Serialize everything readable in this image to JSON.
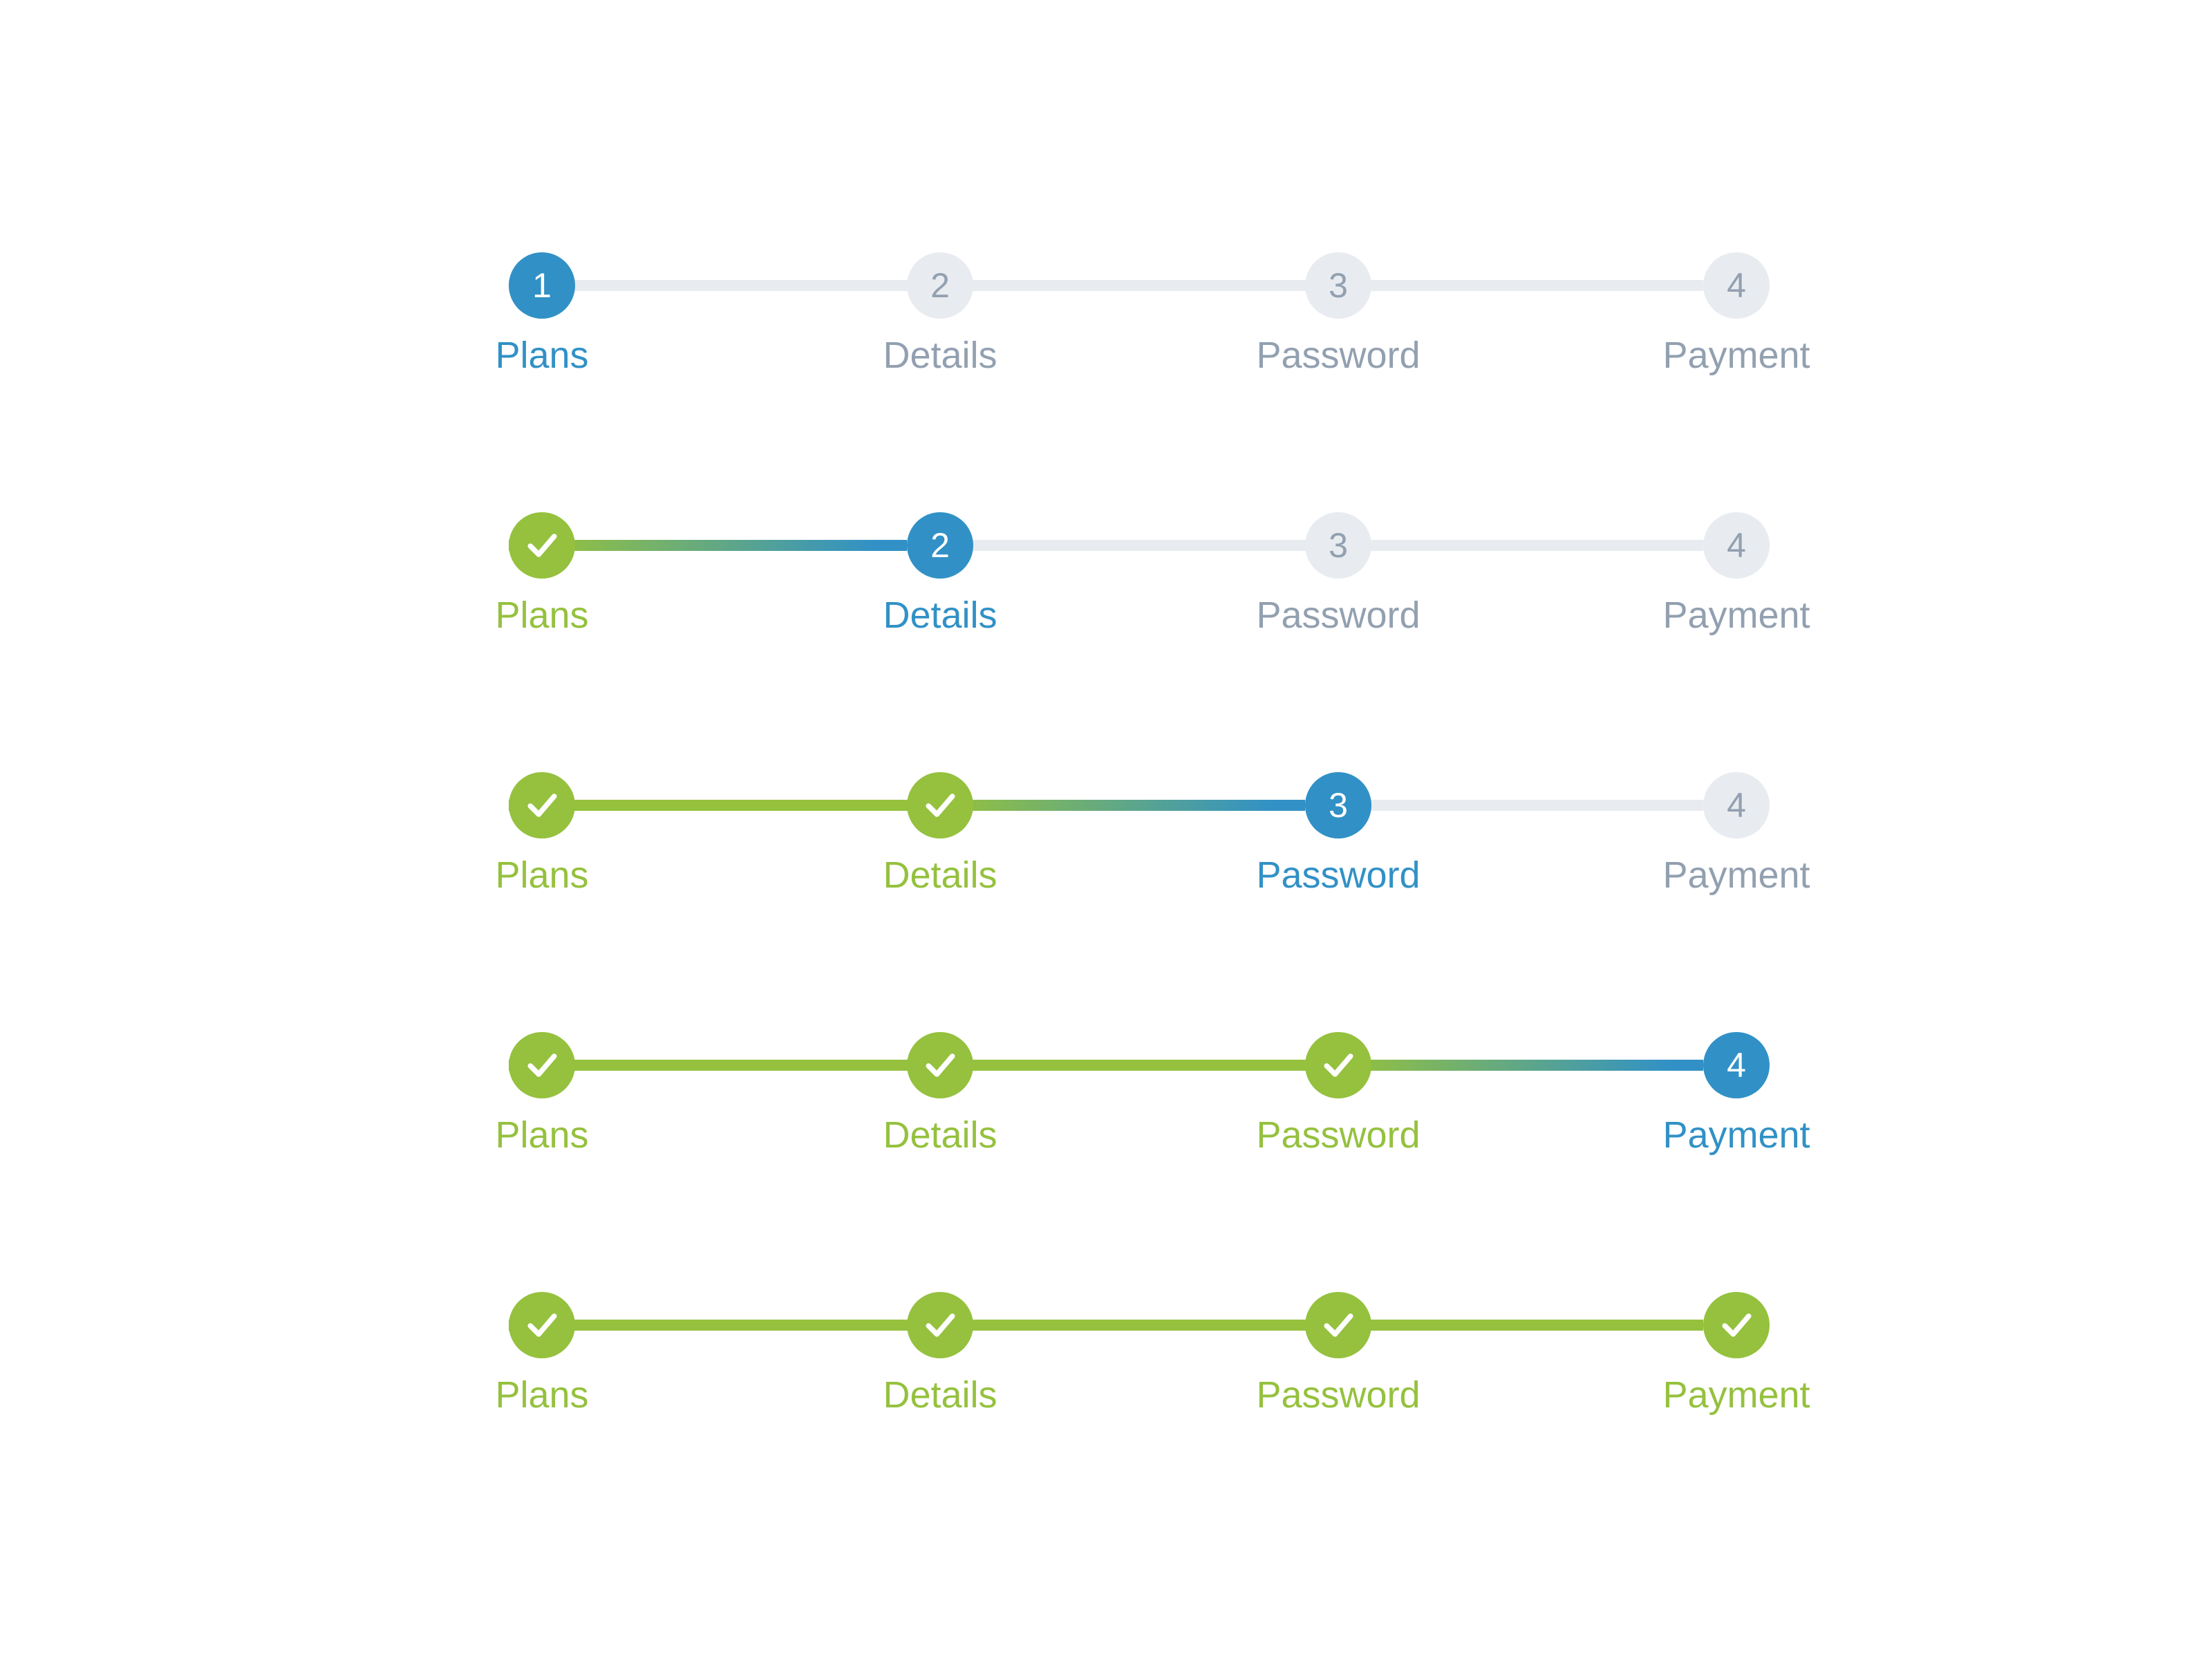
{
  "page": {
    "background": "#ffffff"
  },
  "colors": {
    "green": "#95c13e",
    "blue": "#3191c6",
    "track": "#e8ebf0",
    "muted": "#92a0b0",
    "indicator_text": "#ffffff"
  },
  "step_labels": [
    "Plans",
    "Details",
    "Password",
    "Payment"
  ],
  "steppers": [
    {
      "name": "stepper-step-1-active",
      "current_step": 1,
      "steps": [
        {
          "label": "Plans",
          "indicator": "1",
          "state": "active"
        },
        {
          "label": "Details",
          "indicator": "2",
          "state": "upcoming"
        },
        {
          "label": "Password",
          "indicator": "3",
          "state": "upcoming"
        },
        {
          "label": "Payment",
          "indicator": "4",
          "state": "upcoming"
        }
      ],
      "connectors": [
        "upcoming",
        "upcoming",
        "upcoming"
      ]
    },
    {
      "name": "stepper-step-2-active",
      "current_step": 2,
      "steps": [
        {
          "label": "Plans",
          "indicator": "check",
          "state": "completed"
        },
        {
          "label": "Details",
          "indicator": "2",
          "state": "active"
        },
        {
          "label": "Password",
          "indicator": "3",
          "state": "upcoming"
        },
        {
          "label": "Payment",
          "indicator": "4",
          "state": "upcoming"
        }
      ],
      "connectors": [
        "completed-to-active",
        "upcoming",
        "upcoming"
      ]
    },
    {
      "name": "stepper-step-3-active",
      "current_step": 3,
      "steps": [
        {
          "label": "Plans",
          "indicator": "check",
          "state": "completed"
        },
        {
          "label": "Details",
          "indicator": "check",
          "state": "completed"
        },
        {
          "label": "Password",
          "indicator": "3",
          "state": "active"
        },
        {
          "label": "Payment",
          "indicator": "4",
          "state": "upcoming"
        }
      ],
      "connectors": [
        "completed",
        "completed-to-active",
        "upcoming"
      ]
    },
    {
      "name": "stepper-step-4-active",
      "current_step": 4,
      "steps": [
        {
          "label": "Plans",
          "indicator": "check",
          "state": "completed"
        },
        {
          "label": "Details",
          "indicator": "check",
          "state": "completed"
        },
        {
          "label": "Password",
          "indicator": "check",
          "state": "completed"
        },
        {
          "label": "Payment",
          "indicator": "4",
          "state": "active"
        }
      ],
      "connectors": [
        "completed",
        "completed",
        "completed-to-active"
      ]
    },
    {
      "name": "stepper-all-complete",
      "current_step": null,
      "steps": [
        {
          "label": "Plans",
          "indicator": "check",
          "state": "completed"
        },
        {
          "label": "Details",
          "indicator": "check",
          "state": "completed"
        },
        {
          "label": "Password",
          "indicator": "check",
          "state": "completed"
        },
        {
          "label": "Payment",
          "indicator": "check",
          "state": "completed"
        }
      ],
      "connectors": [
        "completed",
        "completed",
        "completed"
      ]
    }
  ]
}
